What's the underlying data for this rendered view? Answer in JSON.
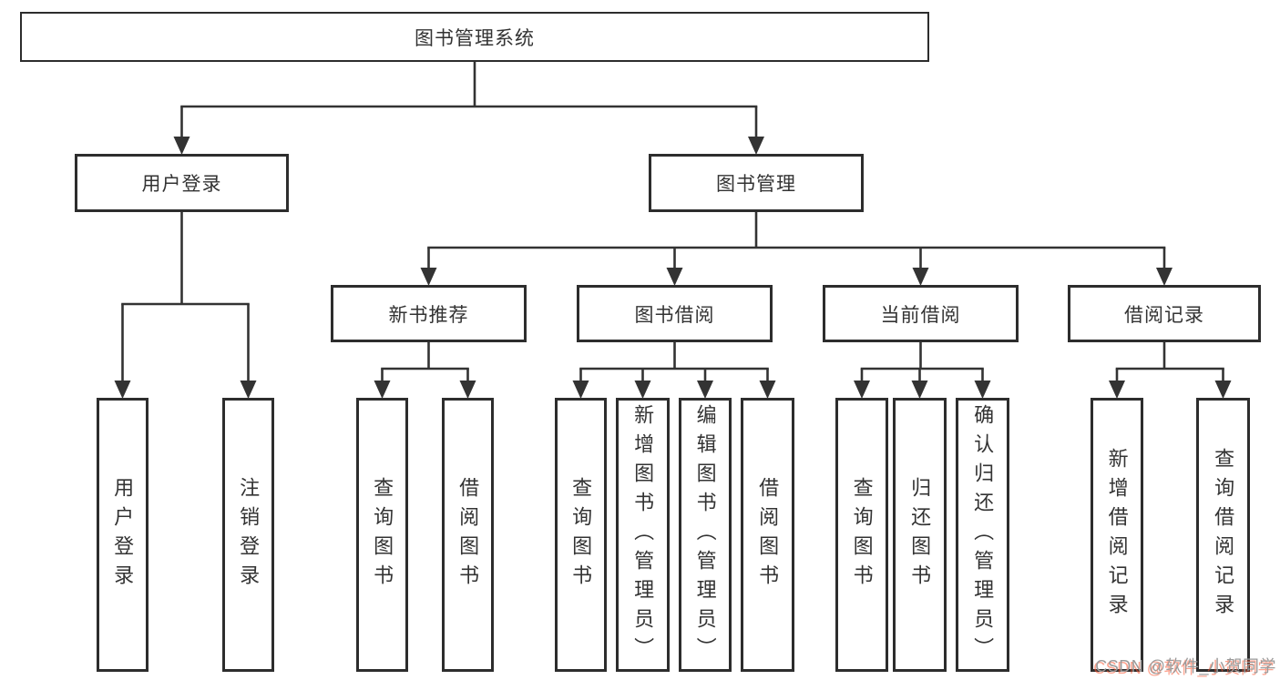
{
  "diagram": {
    "nodes": {
      "root": {
        "label": "图书管理系统"
      },
      "user_login": {
        "label": "用户登录"
      },
      "book_mgmt": {
        "label": "图书管理"
      },
      "new_book_rec": {
        "label": "新书推荐"
      },
      "book_borrow": {
        "label": "图书借阅"
      },
      "current_borrow": {
        "label": "当前借阅"
      },
      "borrow_record": {
        "label": "借阅记录"
      },
      "leaf_user_login": {
        "label": "用户登录"
      },
      "leaf_logout": {
        "label": "注销登录"
      },
      "leaf_query_book_1": {
        "label": "查询图书"
      },
      "leaf_borrow_book_1": {
        "label": "借阅图书"
      },
      "leaf_query_book_2": {
        "label": "查询图书"
      },
      "leaf_add_book": {
        "label": "新增图书（管理员）"
      },
      "leaf_edit_book": {
        "label": "编辑图书（管理员）"
      },
      "leaf_borrow_book_2": {
        "label": "借阅图书"
      },
      "leaf_query_book_3": {
        "label": "查询图书"
      },
      "leaf_return_book": {
        "label": "归还图书"
      },
      "leaf_confirm_return": {
        "label": "确认归还（管理员）"
      },
      "leaf_add_record": {
        "label": "新增借阅记录"
      },
      "leaf_query_record": {
        "label": "查询借阅记录"
      }
    },
    "edges": [
      {
        "from": "root",
        "to": [
          "user_login",
          "book_mgmt"
        ]
      },
      {
        "from": "user_login",
        "to": [
          "leaf_user_login",
          "leaf_logout"
        ]
      },
      {
        "from": "book_mgmt",
        "to": [
          "new_book_rec",
          "book_borrow",
          "current_borrow",
          "borrow_record"
        ]
      },
      {
        "from": "new_book_rec",
        "to": [
          "leaf_query_book_1",
          "leaf_borrow_book_1"
        ]
      },
      {
        "from": "book_borrow",
        "to": [
          "leaf_query_book_2",
          "leaf_add_book",
          "leaf_edit_book",
          "leaf_borrow_book_2"
        ]
      },
      {
        "from": "current_borrow",
        "to": [
          "leaf_query_book_3",
          "leaf_return_book",
          "leaf_confirm_return"
        ]
      },
      {
        "from": "borrow_record",
        "to": [
          "leaf_add_record",
          "leaf_query_record"
        ]
      }
    ]
  },
  "watermark": {
    "text": "CSDN @软件_小贺同学"
  },
  "colors": {
    "background": "#ffffff",
    "line": "#333333",
    "border": "#2d2d2d",
    "text": "#333333",
    "watermark_gray": "#9a9a9a",
    "watermark_red": "#fc5531"
  }
}
